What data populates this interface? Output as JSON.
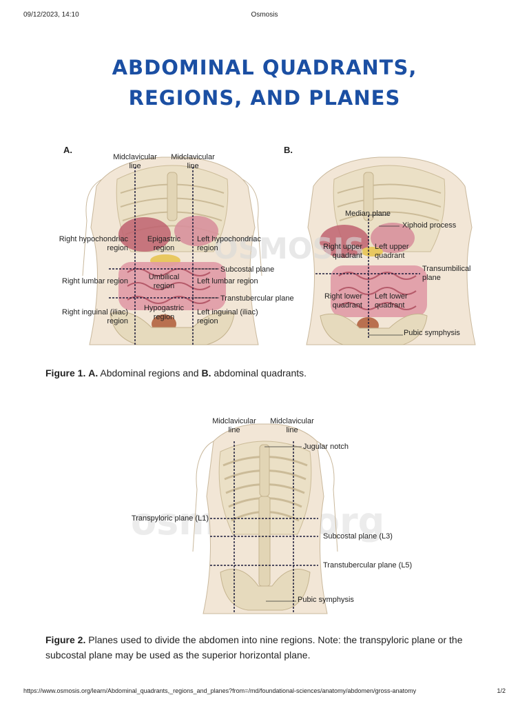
{
  "header": {
    "timestamp": "09/12/2023, 14:10",
    "site": "Osmosis"
  },
  "title": {
    "line1": "Abdominal quadrants,",
    "line2": "regions, and planes"
  },
  "figure1": {
    "panel_a": {
      "letter": "A.",
      "labels": {
        "midclavicular_left": "Midclavicular\nline",
        "midclavicular_right": "Midclavicular\nline",
        "right_hypochondriac": "Right hypochondriac\nregion",
        "epigastric": "Epigastric\nregion",
        "left_hypochondriac": "Left hypochondriac\nregion",
        "subcostal": "Subcostal plane",
        "right_lumbar": "Right lumbar region",
        "umbilical": "Umbilical\nregion",
        "left_lumbar": "Left lumbar region",
        "transtubercular": "Transtubercular plane",
        "right_inguinal": "Right inguinal (iliac)\nregion",
        "hypogastric": "Hypogastric\nregion",
        "left_inguinal": "Left inguinal (iliac)\nregion"
      }
    },
    "panel_b": {
      "letter": "B.",
      "labels": {
        "median_plane": "Median plane",
        "xiphoid": "Xiphoid process",
        "right_upper": "Right upper\nquadrant",
        "left_upper": "Left upper\nquadrant",
        "transumbilical": "Transumbilical\nplane",
        "right_lower": "Right lower\nquadrant",
        "left_lower": "Left lower\nquadrant",
        "pubic_symphysis": "Pubic symphysis"
      }
    },
    "watermark": "OSMOSIS",
    "caption": {
      "fig_label": "Figure 1.",
      "a_label": "A.",
      "a_text": " Abdominal regions and ",
      "b_label": "B.",
      "b_text": " abdominal quadrants."
    }
  },
  "figure2": {
    "labels": {
      "midclavicular_left": "Midclavicular\nline",
      "midclavicular_right": "Midclavicular\nline",
      "jugular_notch": "Jugular notch",
      "transpyloric": "Transpyloric plane (L1)",
      "subcostal": "Subcostal plane (L3)",
      "transtubercular": "Transtubercular plane (L5)",
      "pubic_symphysis": "Pubic symphysis"
    },
    "watermark": "osmosis.org",
    "caption": {
      "fig_label": "Figure 2.",
      "text": " Planes used to divide the abdomen into nine regions. Note: the transpyloric plane or the subcostal plane may be used as the superior horizontal plane."
    }
  },
  "footer": {
    "url": "https://www.osmosis.org/learn/Abdominal_quadrants,_regions_and_planes?from=/md/foundational-sciences/anatomy/abdomen/gross-anatomy",
    "page": "1/2"
  },
  "colors": {
    "title": "#1b4fa3",
    "skin": "#f2e6d6",
    "bone": "#ddd2b8",
    "organ_pink": "#e09aa6",
    "organ_dark": "#b55a6a",
    "gut_yellow": "#e8c860",
    "line_dark": "#1a1a3a"
  }
}
